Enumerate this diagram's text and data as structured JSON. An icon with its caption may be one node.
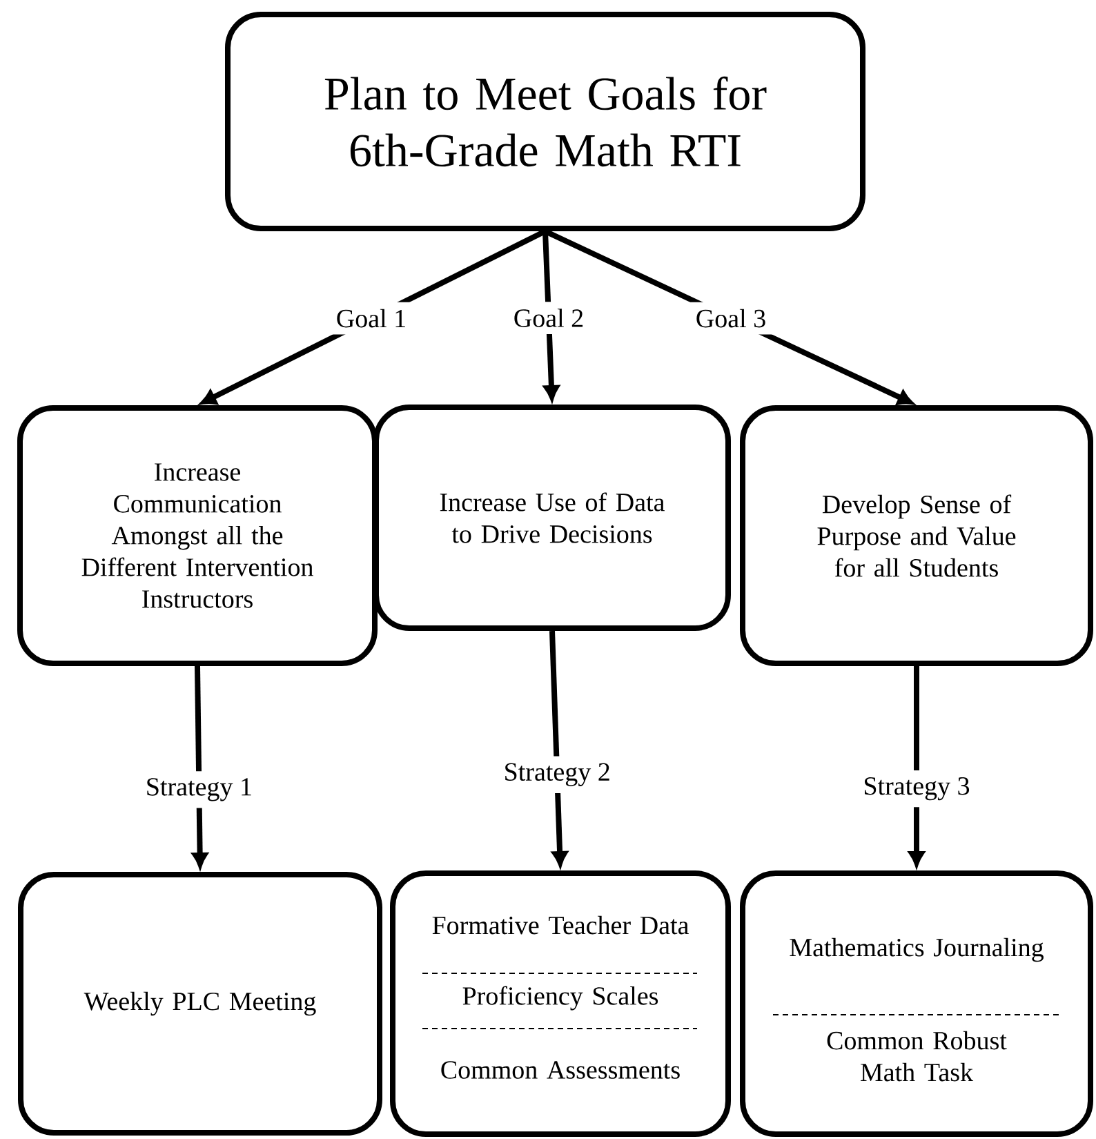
{
  "diagram": {
    "nodes": [
      {
        "text": [
          "Plan to Meet Goals for 6th-Grade Math RTI"
        ]
      },
      {
        "text": [
          "Increase Communication Amongst all the Different Intervention Instructors"
        ]
      },
      {
        "text": [
          "Increase Use of Data to Drive Decisions"
        ]
      },
      {
        "text": [
          "Develop Sense of Purpose and Value for all Students"
        ]
      },
      {
        "text": [
          "Weekly PLC Meeting"
        ]
      },
      {
        "text": [
          "Formative Teacher Data",
          "Proficiency Scales",
          "Common Assessments"
        ]
      },
      {
        "text": [
          "Mathematics Journaling",
          "Common Robust Math Task"
        ]
      }
    ],
    "edges": [
      {
        "from": 0,
        "to": 1,
        "arrow": "to",
        "label": "Goal 1"
      },
      {
        "from": 0,
        "to": 2,
        "arrow": "to",
        "label": "Goal 2"
      },
      {
        "from": 0,
        "to": 3,
        "arrow": "to",
        "label": "Goal 3"
      },
      {
        "from": 1,
        "to": 4,
        "arrow": "to",
        "label": "Strategy 1"
      },
      {
        "from": 2,
        "to": 5,
        "arrow": "to",
        "label": "Strategy 2"
      },
      {
        "from": 3,
        "to": 6,
        "arrow": "to",
        "label": "Strategy 3"
      }
    ]
  }
}
